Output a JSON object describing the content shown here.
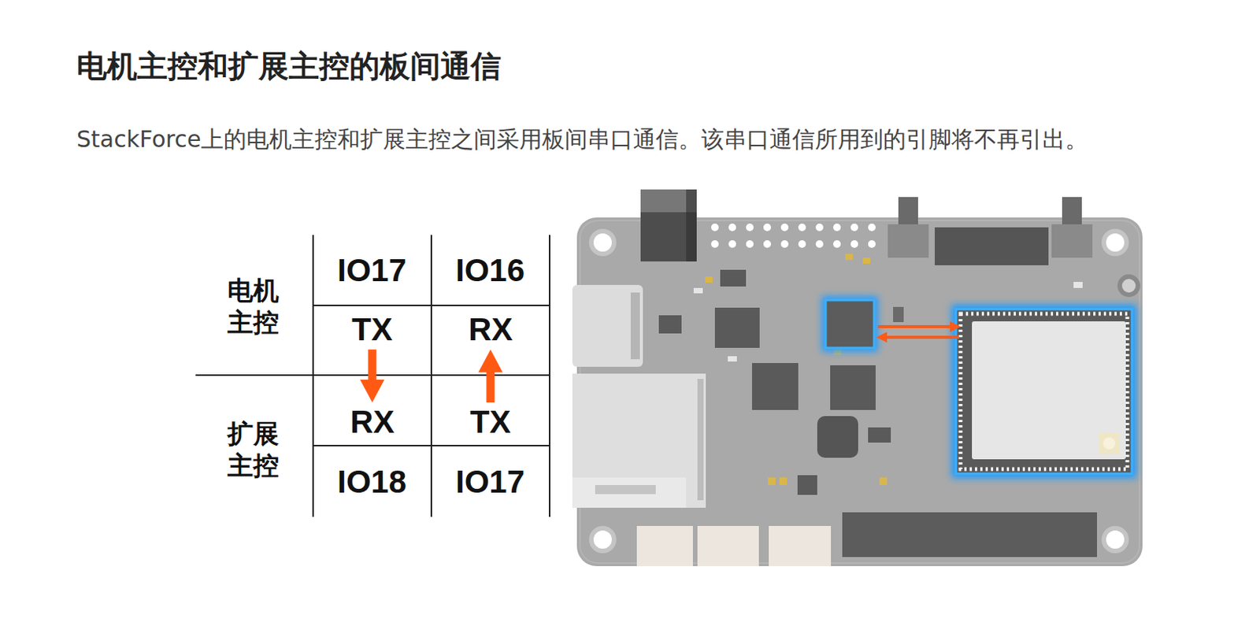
{
  "diagram": {
    "title": "电机主控和扩展主控的板间通信",
    "nodes": [
      {
        "text": [
          "IO17"
        ]
      },
      {
        "text": [
          "IO16"
        ]
      },
      {
        "text": [
          "TX"
        ]
      },
      {
        "text": [
          "RX"
        ]
      },
      {
        "text": [
          "RX"
        ]
      },
      {
        "text": [
          "TX"
        ]
      },
      {
        "text": [
          "IO18"
        ]
      },
      {
        "text": [
          "IO17"
        ]
      }
    ],
    "edges": [
      {
        "from": 2,
        "to": 4,
        "arrow": "to"
      },
      {
        "from": 5,
        "to": 3,
        "arrow": "to"
      }
    ],
    "labels": [
      "StackForce上的电机主控和扩展主控之间采用板间串口通信。该串口通信所用到的引脚将不再引出。",
      "电机主控",
      "扩展主控"
    ]
  }
}
